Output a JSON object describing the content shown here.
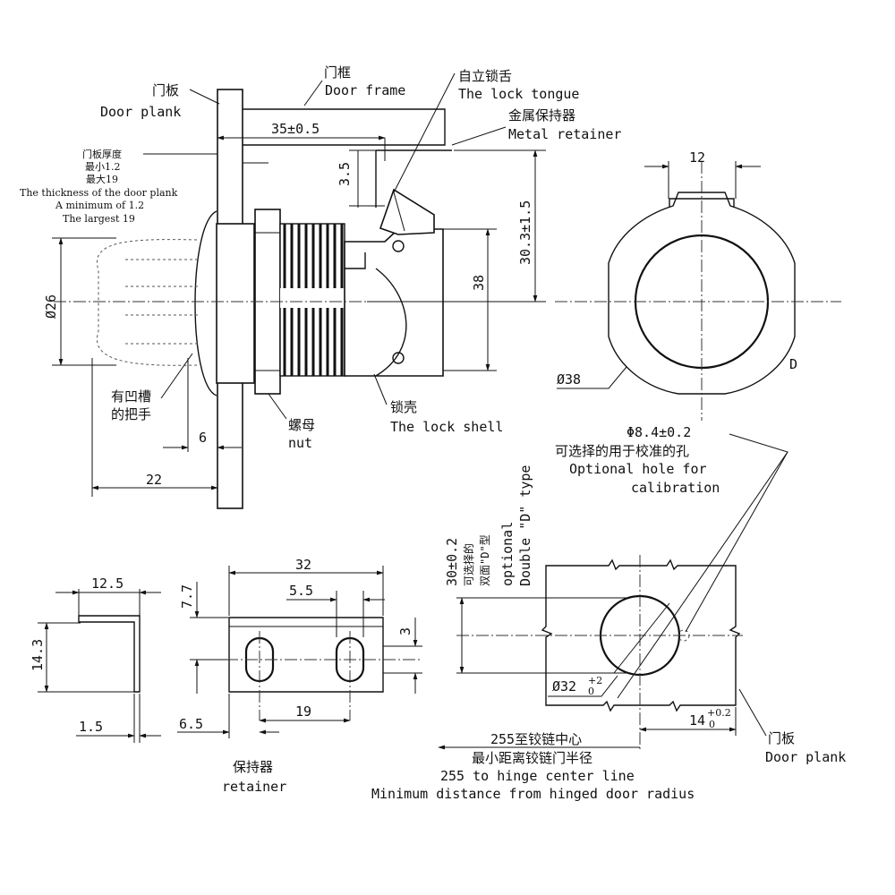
{
  "labels": {
    "door_frame_cn": "门框",
    "door_frame_en": "Door frame",
    "door_plank_cn": "门板",
    "door_plank_en": "Door plank",
    "lock_tongue_cn": "自立锁舌",
    "lock_tongue_en": "The lock tongue",
    "metal_retainer_cn": "金属保持器",
    "metal_retainer_en": "Metal retainer",
    "thickness_cn1": "门板厚度",
    "thickness_cn2": "最小1.2",
    "thickness_cn3": "最大19",
    "thickness_en1": "The thickness of the door plank",
    "thickness_en2": "A minimum of 1.2",
    "thickness_en3": "The largest 19",
    "grooved_handle_cn1": "有凹槽",
    "grooved_handle_cn2": "的把手",
    "nut_cn": "螺母",
    "nut_en": "nut",
    "lock_shell_cn": "锁壳",
    "lock_shell_en": "The lock shell",
    "optional_hole_cn": "可选择的用于校准的孔",
    "optional_hole_en1": "Optional hole for",
    "optional_hole_en2": "calibration",
    "d_type_cn1": "可选择的",
    "d_type_cn2": "双面\"D\"型",
    "d_type_en1": "optional",
    "d_type_en2": "Double \"D\" type",
    "d_letter": "D",
    "retainer_cn": "保持器",
    "retainer_en": "retainer",
    "hinge_cn1": "255至铰链中心",
    "hinge_cn2": "最小距离铰链门半径",
    "hinge_en1": "255 to hinge center line",
    "hinge_en2": "Minimum distance from hinged door radius",
    "door_plank2_cn": "门板",
    "door_plank2_en": "Door plank"
  },
  "dims": {
    "d35": "35±0.5",
    "d3_5": "3.5",
    "d30_3": "30.3±1.5",
    "d38": "38",
    "phi26": "Ø26",
    "d6": "6",
    "d22": "22",
    "d12": "12",
    "phi38": "Ø38",
    "phi8_4": "Φ8.4±0.2",
    "d30": "30±0.2",
    "phi32": "Ø32",
    "phi32_tol": "+2",
    "phi32_tol2": "0",
    "d14": "14",
    "d14_tol": "+0.2",
    "d14_tol2": "0",
    "d12_5": "12.5",
    "d14_3": "14.3",
    "d1_5": "1.5",
    "d32": "32",
    "d7_7": "7.7",
    "d5_5": "5.5",
    "d3": "3",
    "d6_5": "6.5",
    "d19": "19"
  }
}
